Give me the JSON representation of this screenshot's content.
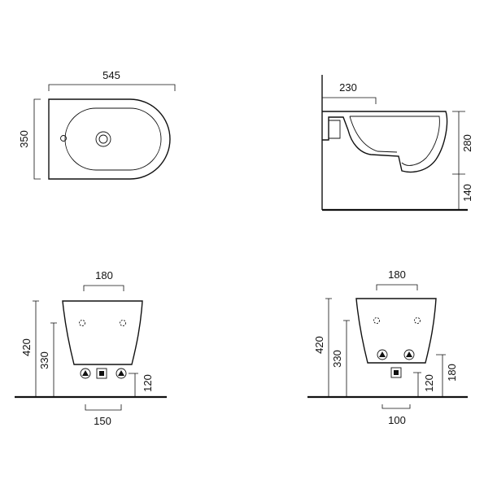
{
  "top_view": {
    "width_label": "545",
    "depth_label": "350"
  },
  "side_view": {
    "offset_label": "230",
    "height_label": "280",
    "floor_label": "140"
  },
  "front_view_a": {
    "top_width_label": "180",
    "total_height_label": "420",
    "body_height_label": "330",
    "bottom_height_label": "120",
    "base_width_label": "150"
  },
  "front_view_b": {
    "top_width_label": "180",
    "total_height_label": "420",
    "body_height_label": "330",
    "bottom_height_label": "120",
    "connection_height_label": "180",
    "base_width_label": "100"
  }
}
